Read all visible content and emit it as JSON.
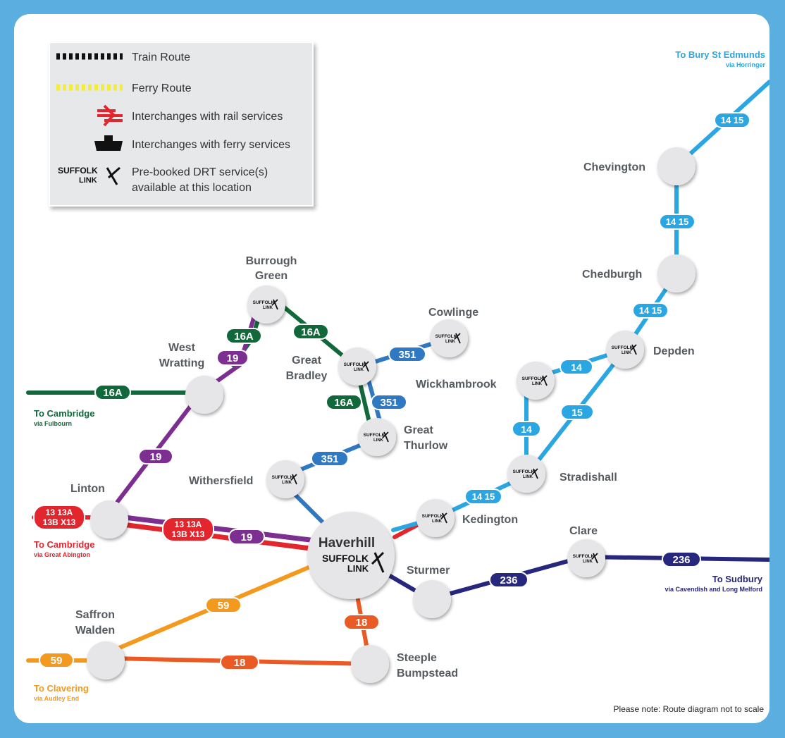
{
  "legend": {
    "train": "Train Route",
    "ferry": "Ferry Route",
    "rail_interchange": "Interchanges with rail services",
    "ferry_interchange": "Interchanges with ferry services",
    "drt_line1": "Pre-booked DRT service(s)",
    "drt_line2": "available at this location",
    "logo_top": "SUFFOLK",
    "logo_bottom": "LINK"
  },
  "colors": {
    "route_16A": "#11683a",
    "route_19": "#7d2e91",
    "route_351": "#2f78c2",
    "route_14_15": "#2aa7e2",
    "route_13": "#e3262e",
    "route_59": "#f39a1e",
    "route_18": "#ea5a24",
    "route_236": "#27277e"
  },
  "stations": {
    "haverhill": "Haverhill",
    "burrough_green_1": "Burrough",
    "burrough_green_2": "Green",
    "west_wratting_1": "West",
    "west_wratting_2": "Wratting",
    "great_bradley_1": "Great",
    "great_bradley_2": "Bradley",
    "cowlinge": "Cowlinge",
    "great_thurlow_1": "Great",
    "great_thurlow_2": "Thurlow",
    "withersfield": "Withersfield",
    "linton": "Linton",
    "wickhambrook": "Wickhambrook",
    "depden": "Depden",
    "chedburgh": "Chedburgh",
    "chevington": "Chevington",
    "stradishall": "Stradishall",
    "kedington": "Kedington",
    "clare": "Clare",
    "sturmer": "Sturmer",
    "saffron_walden_1": "Saffron",
    "saffron_walden_2": "Walden",
    "steeple_bumpstead_1": "Steeple",
    "steeple_bumpstead_2": "Bumpstead"
  },
  "badges": {
    "r16a": "16A",
    "r19": "19",
    "r351": "351",
    "r14": "14",
    "r15": "15",
    "r14_15": "14 15",
    "r13_line1": "13 13A",
    "r13_line2": "13B X13",
    "r59": "59",
    "r18": "18",
    "r236": "236"
  },
  "destinations": {
    "cambridge_fulbourn": "To Cambridge",
    "cambridge_fulbourn_via": "via Fulbourn",
    "cambridge_abington": "To Cambridge",
    "cambridge_abington_via": "via Great Abington",
    "clavering": "To Clavering",
    "clavering_via": "via Audley End",
    "bury": "To Bury St Edmunds",
    "bury_via": "via Horringer",
    "sudbury": "To Sudbury",
    "sudbury_via": "via Cavendish and Long Melford"
  },
  "note": "Please note: Route diagram not to scale"
}
